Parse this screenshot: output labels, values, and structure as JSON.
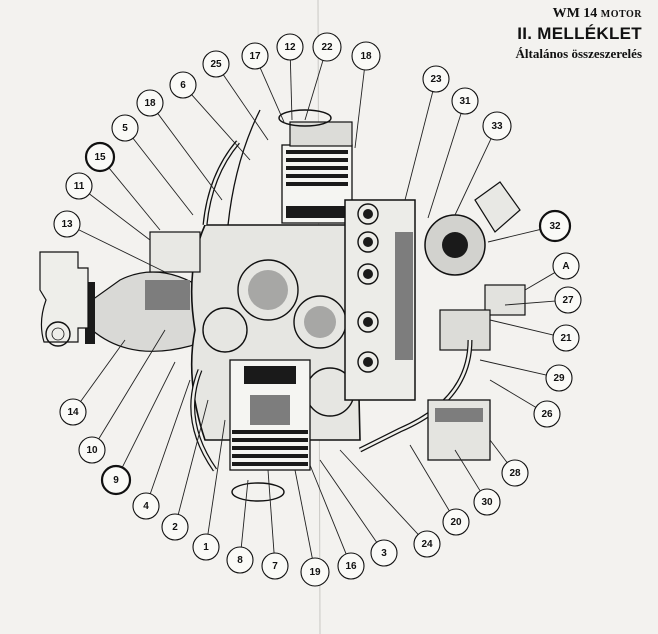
{
  "header": {
    "code": "WM 14",
    "code_suffix": "MOTOR",
    "title": "II. MELLÉKLET",
    "subtitle": "Általános összeszerelés"
  },
  "callouts": [
    {
      "label": "17",
      "heavy": false
    },
    {
      "label": "12",
      "heavy": false
    },
    {
      "label": "22",
      "heavy": false
    },
    {
      "label": "18",
      "heavy": false
    },
    {
      "label": "25",
      "heavy": false
    },
    {
      "label": "6",
      "heavy": false
    },
    {
      "label": "18",
      "heavy": false
    },
    {
      "label": "5",
      "heavy": false
    },
    {
      "label": "15",
      "heavy": true
    },
    {
      "label": "11",
      "heavy": false
    },
    {
      "label": "13",
      "heavy": false
    },
    {
      "label": "23",
      "heavy": false
    },
    {
      "label": "31",
      "heavy": false
    },
    {
      "label": "33",
      "heavy": false
    },
    {
      "label": "32",
      "heavy": true
    },
    {
      "label": "A",
      "heavy": false
    },
    {
      "label": "27",
      "heavy": false
    },
    {
      "label": "21",
      "heavy": false
    },
    {
      "label": "29",
      "heavy": false
    },
    {
      "label": "26",
      "heavy": false
    },
    {
      "label": "28",
      "heavy": false
    },
    {
      "label": "30",
      "heavy": false
    },
    {
      "label": "20",
      "heavy": false
    },
    {
      "label": "24",
      "heavy": false
    },
    {
      "label": "3",
      "heavy": false
    },
    {
      "label": "16",
      "heavy": false
    },
    {
      "label": "19",
      "heavy": false
    },
    {
      "label": "7",
      "heavy": false
    },
    {
      "label": "8",
      "heavy": false
    },
    {
      "label": "1",
      "heavy": false
    },
    {
      "label": "2",
      "heavy": false
    },
    {
      "label": "4",
      "heavy": false
    },
    {
      "label": "9",
      "heavy": true
    },
    {
      "label": "10",
      "heavy": false
    },
    {
      "label": "14",
      "heavy": false
    }
  ]
}
